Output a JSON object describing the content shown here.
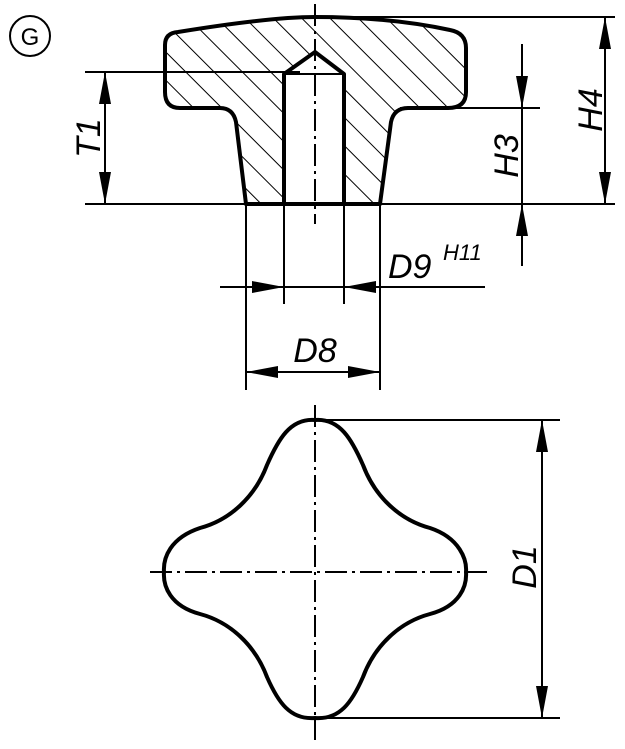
{
  "badge": {
    "letter": "G"
  },
  "dimensions": {
    "t1": "T1",
    "h3": "H3",
    "h4": "H4",
    "d9": "D9",
    "d9_tolerance": "H11",
    "d8": "D8",
    "d1": "D1"
  },
  "colors": {
    "line": "#000000",
    "background": "#ffffff"
  }
}
